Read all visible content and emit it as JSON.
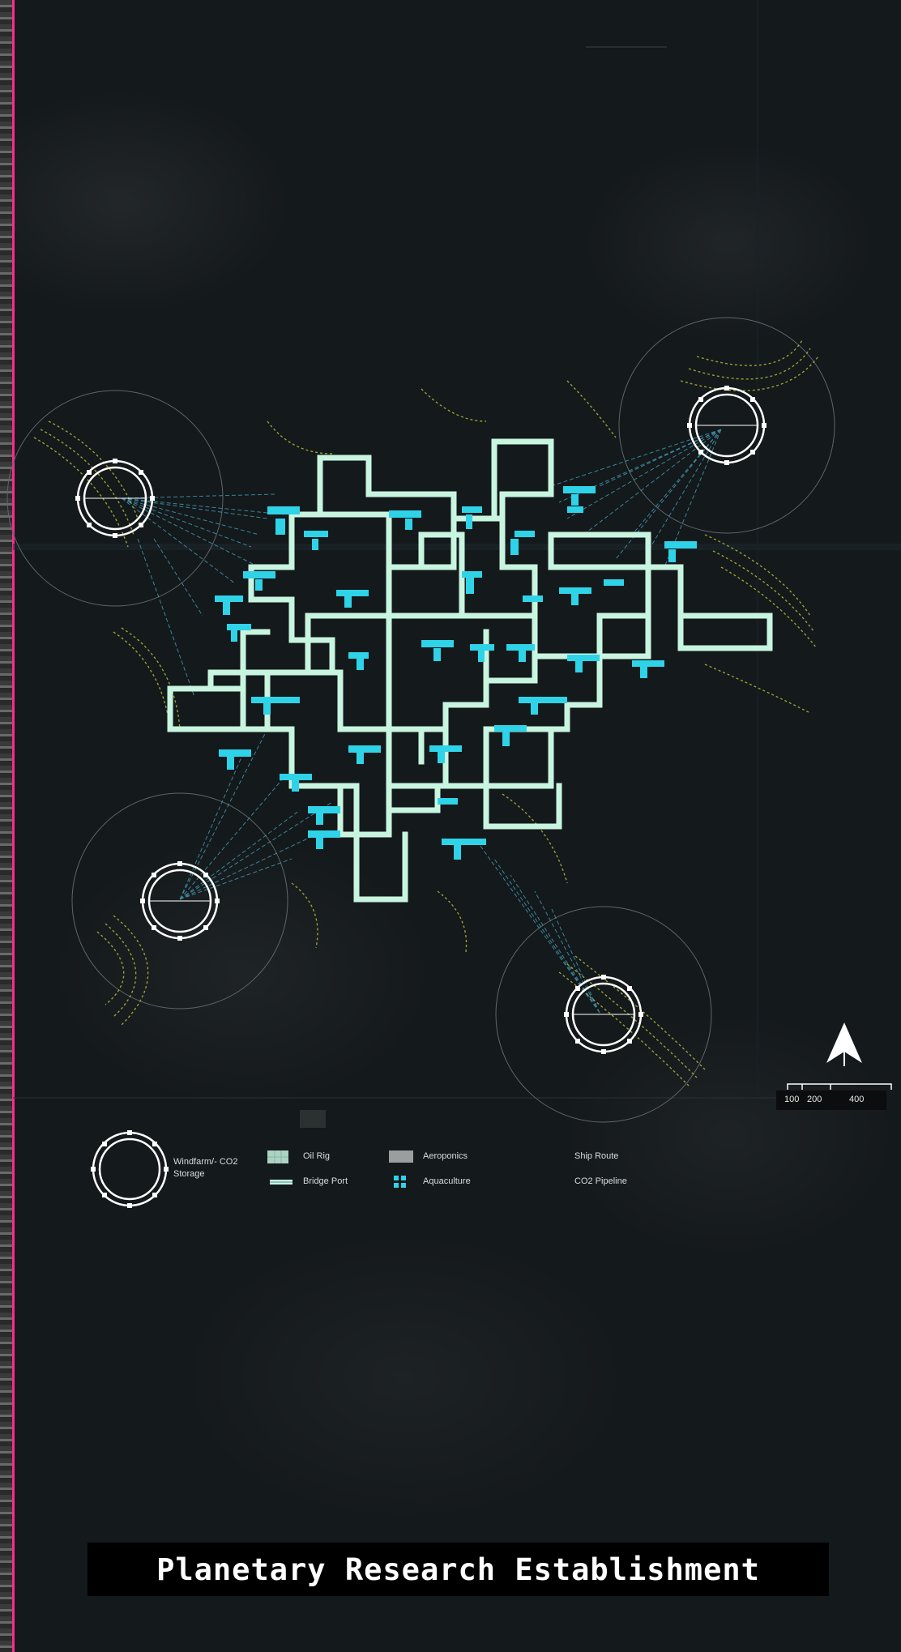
{
  "title": "Planetary Research Establishment",
  "legend": {
    "windfarm": "Windfarm/- CO2 Storage",
    "oil_rig": "Oil Rig",
    "bridge_port": "Bridge Port",
    "aeroponics": "Aeroponics",
    "aquaculture": "Aquaculture",
    "ship_route": "Ship Route",
    "co2_pipeline": "CO2 Pipeline"
  },
  "scale_bar": {
    "labels": [
      "100",
      "200",
      "400"
    ]
  },
  "colors": {
    "background": "#14191b",
    "accent_edge": "#ff2a8a",
    "rig": "#c8f5e0",
    "aquaculture": "#2fd3e8",
    "windfarm_ring": "#ffffff",
    "wind_wake": "#b8c23a",
    "pipeline": "#4aa8c8"
  },
  "icons": {
    "north_arrow": "north-arrow-icon"
  }
}
